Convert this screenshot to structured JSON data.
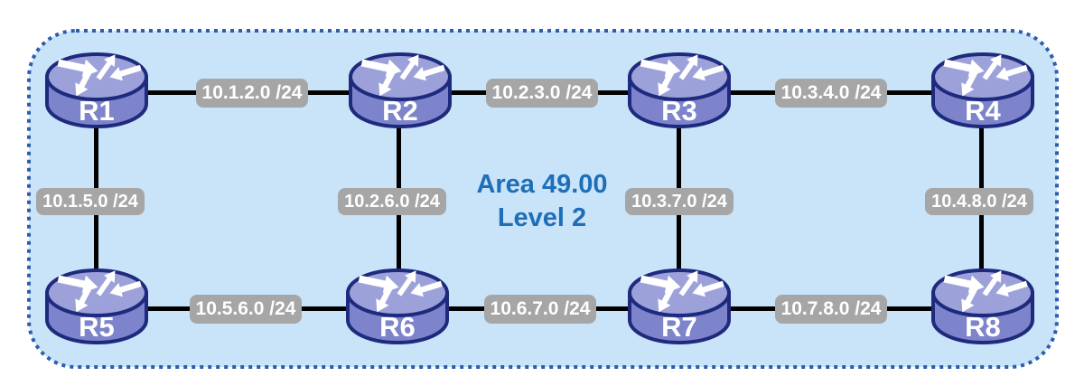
{
  "colors": {
    "panel_bg": "#C9E3F8",
    "panel_border": "#2A5EAC",
    "router_top": "#9CA1D9",
    "router_body": "#7D84CB",
    "router_outline": "#1E2A7D",
    "router_arrows": "#FFFFFF",
    "link_line": "#000000",
    "subnet_label_bg": "#A6A6A6",
    "subnet_label_text": "#FFFFFF",
    "area_text": "#1E6FB8"
  },
  "area": {
    "name": "Area 49.00",
    "level": "Level 2"
  },
  "routers": [
    {
      "id": "R1"
    },
    {
      "id": "R2"
    },
    {
      "id": "R3"
    },
    {
      "id": "R4"
    },
    {
      "id": "R5"
    },
    {
      "id": "R6"
    },
    {
      "id": "R7"
    },
    {
      "id": "R8"
    }
  ],
  "links": [
    {
      "from": "R1",
      "to": "R2",
      "subnet": "10.1.2.0 /24"
    },
    {
      "from": "R2",
      "to": "R3",
      "subnet": "10.2.3.0 /24"
    },
    {
      "from": "R3",
      "to": "R4",
      "subnet": "10.3.4.0 /24"
    },
    {
      "from": "R1",
      "to": "R5",
      "subnet": "10.1.5.0 /24"
    },
    {
      "from": "R2",
      "to": "R6",
      "subnet": "10.2.6.0 /24"
    },
    {
      "from": "R3",
      "to": "R7",
      "subnet": "10.3.7.0 /24"
    },
    {
      "from": "R4",
      "to": "R8",
      "subnet": "10.4.8.0 /24"
    },
    {
      "from": "R5",
      "to": "R6",
      "subnet": "10.5.6.0 /24"
    },
    {
      "from": "R6",
      "to": "R7",
      "subnet": "10.6.7.0 /24"
    },
    {
      "from": "R7",
      "to": "R8",
      "subnet": "10.7.8.0 /24"
    }
  ]
}
